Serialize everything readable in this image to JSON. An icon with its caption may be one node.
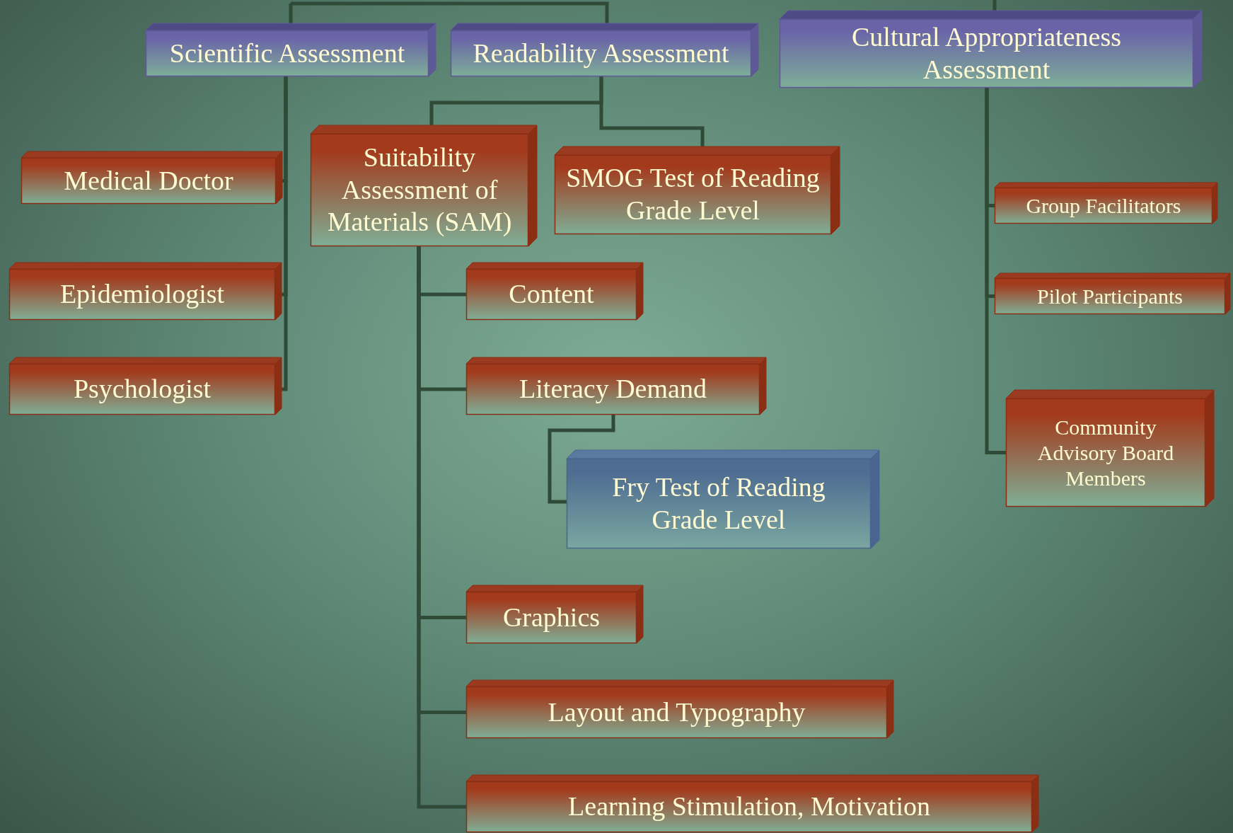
{
  "diagram": {
    "nodes": [
      {
        "text": [
          "Scientific Assessment"
        ]
      },
      {
        "text": [
          "Readability Assessment"
        ]
      },
      {
        "text": [
          "Cultural  Appropriateness Assessment"
        ]
      },
      {
        "text": [
          "Medical Doctor"
        ]
      },
      {
        "text": [
          "Epidemiologist"
        ]
      },
      {
        "text": [
          "Psychologist"
        ]
      },
      {
        "text": [
          "Suitability Assessment of Materials (SAM)"
        ]
      },
      {
        "text": [
          "SMOG Test of Reading Grade Level"
        ]
      },
      {
        "text": [
          "Content"
        ]
      },
      {
        "text": [
          "Literacy Demand"
        ]
      },
      {
        "text": [
          "Fry Test of Reading Grade Level"
        ]
      },
      {
        "text": [
          "Graphics"
        ]
      },
      {
        "text": [
          "Layout and Typography"
        ]
      },
      {
        "text": [
          "Learning Stimulation, Motivation"
        ]
      },
      {
        "text": [
          "Group Facilitators"
        ]
      },
      {
        "text": [
          "Pilot Participants"
        ]
      },
      {
        "text": [
          "Community Advisory Board Members"
        ]
      }
    ],
    "edges": [
      {
        "from": null,
        "to": 0,
        "arrow": "none"
      },
      {
        "from": null,
        "to": 1,
        "arrow": "none"
      },
      {
        "from": null,
        "to": 2,
        "arrow": "none"
      },
      {
        "from": 0,
        "to": 3,
        "arrow": "none"
      },
      {
        "from": 0,
        "to": 4,
        "arrow": "none"
      },
      {
        "from": 0,
        "to": 5,
        "arrow": "none"
      },
      {
        "from": 1,
        "to": 6,
        "arrow": "none"
      },
      {
        "from": 1,
        "to": 7,
        "arrow": "none"
      },
      {
        "from": 6,
        "to": 8,
        "arrow": "none"
      },
      {
        "from": 6,
        "to": 9,
        "arrow": "none"
      },
      {
        "from": 9,
        "to": 10,
        "arrow": "none"
      },
      {
        "from": 6,
        "to": 11,
        "arrow": "none"
      },
      {
        "from": 6,
        "to": 12,
        "arrow": "none"
      },
      {
        "from": 6,
        "to": 13,
        "arrow": "none"
      },
      {
        "from": 2,
        "to": 14,
        "arrow": "none"
      },
      {
        "from": 2,
        "to": 15,
        "arrow": "none"
      },
      {
        "from": 2,
        "to": 16,
        "arrow": "none"
      }
    ]
  }
}
